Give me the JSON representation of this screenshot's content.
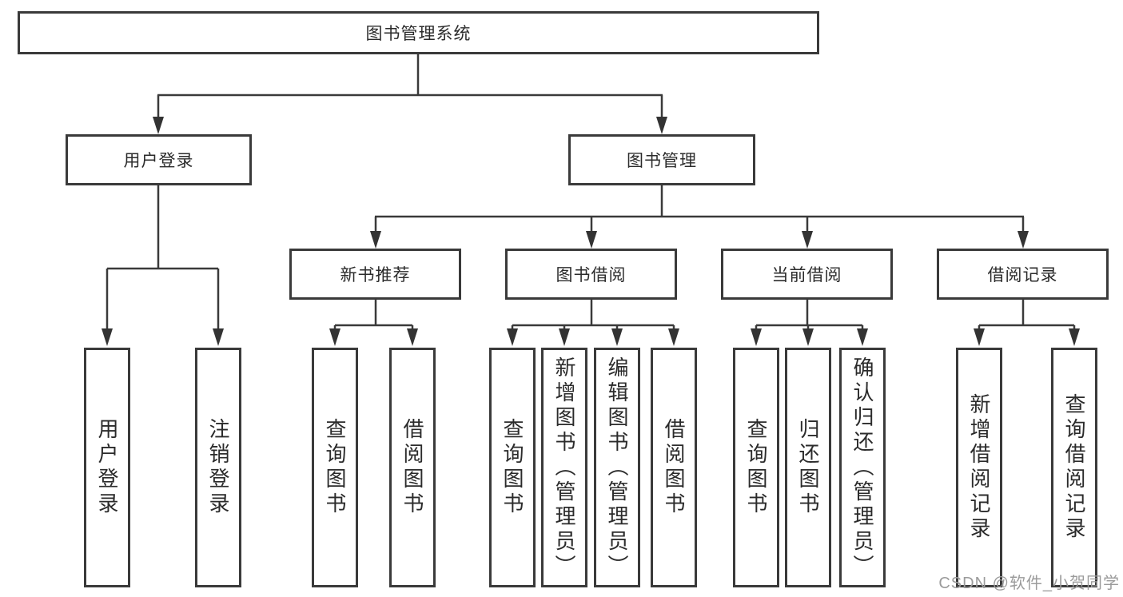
{
  "tree": {
    "label": "图书管理系统",
    "children": [
      {
        "label": "用户登录",
        "children": [
          {
            "label": "用户登录"
          },
          {
            "label": "注销登录"
          }
        ]
      },
      {
        "label": "图书管理",
        "children": [
          {
            "label": "新书推荐",
            "children": [
              {
                "label": "查询图书"
              },
              {
                "label": "借阅图书"
              }
            ]
          },
          {
            "label": "图书借阅",
            "children": [
              {
                "label": "查询图书"
              },
              {
                "label": "新增图书（管理员）"
              },
              {
                "label": "编辑图书（管理员）"
              },
              {
                "label": "借阅图书"
              }
            ]
          },
          {
            "label": "当前借阅",
            "children": [
              {
                "label": "查询图书"
              },
              {
                "label": "归还图书"
              },
              {
                "label": "确认归还（管理员）"
              }
            ]
          },
          {
            "label": "借阅记录",
            "children": [
              {
                "label": "新增借阅记录"
              },
              {
                "label": "查询借阅记录"
              }
            ]
          }
        ]
      }
    ]
  },
  "watermark": {
    "text": "CSDN @软件_小贺同学"
  },
  "colors": {
    "line": "#3a3a3a",
    "box_border": "#3a3a3a",
    "text": "#2b2b2b",
    "watermark": "#9b9b9b",
    "background": "#ffffff"
  }
}
